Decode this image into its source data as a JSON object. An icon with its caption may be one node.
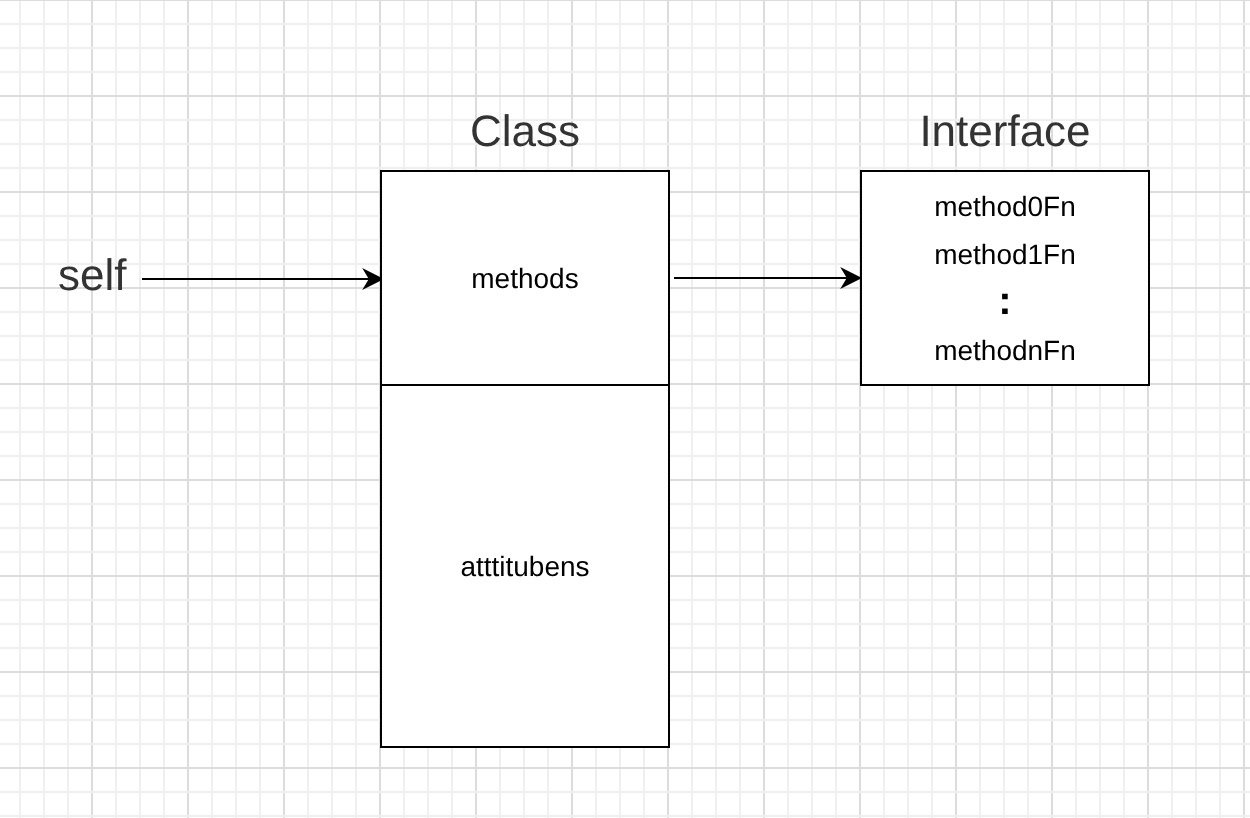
{
  "diagram": {
    "nodes": [
      {
        "text": [
          "self"
        ]
      },
      {
        "text": [
          "Class"
        ]
      },
      {
        "text": [
          "methods"
        ],
        "in": 1
      },
      {
        "text": [
          "atttitubens"
        ],
        "in": 1
      },
      {
        "text": [
          "Interface",
          "method0Fn",
          "method1Fn",
          ":",
          "methodnFn"
        ]
      }
    ],
    "edges": [
      {
        "from": 0,
        "to": 2,
        "arrow": "to"
      },
      {
        "from": 2,
        "to": 4,
        "arrow": "to"
      }
    ]
  }
}
